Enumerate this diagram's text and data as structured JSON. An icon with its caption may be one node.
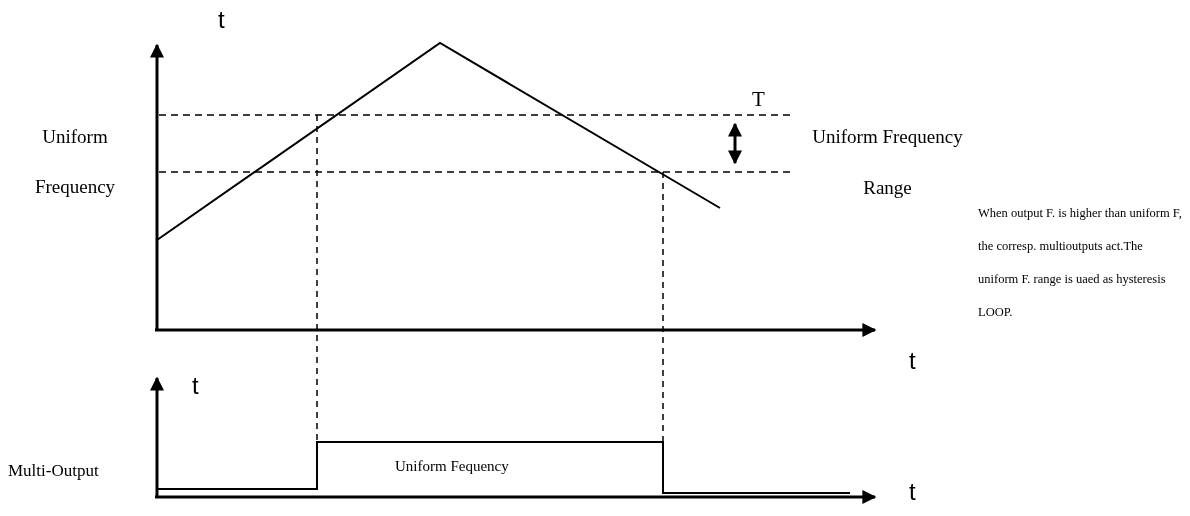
{
  "diagram": {
    "labels": [
      "t",
      "T",
      "Uniform Frequency",
      "Uniform Frequency Range",
      "When output F. is higher than uniform F, the corresp. multioutputs act.The uniform F. range is uaed as hysteresis LOOP.",
      "t",
      "t",
      "Multi-Output",
      "Uniform Fequency",
      "t"
    ]
  }
}
